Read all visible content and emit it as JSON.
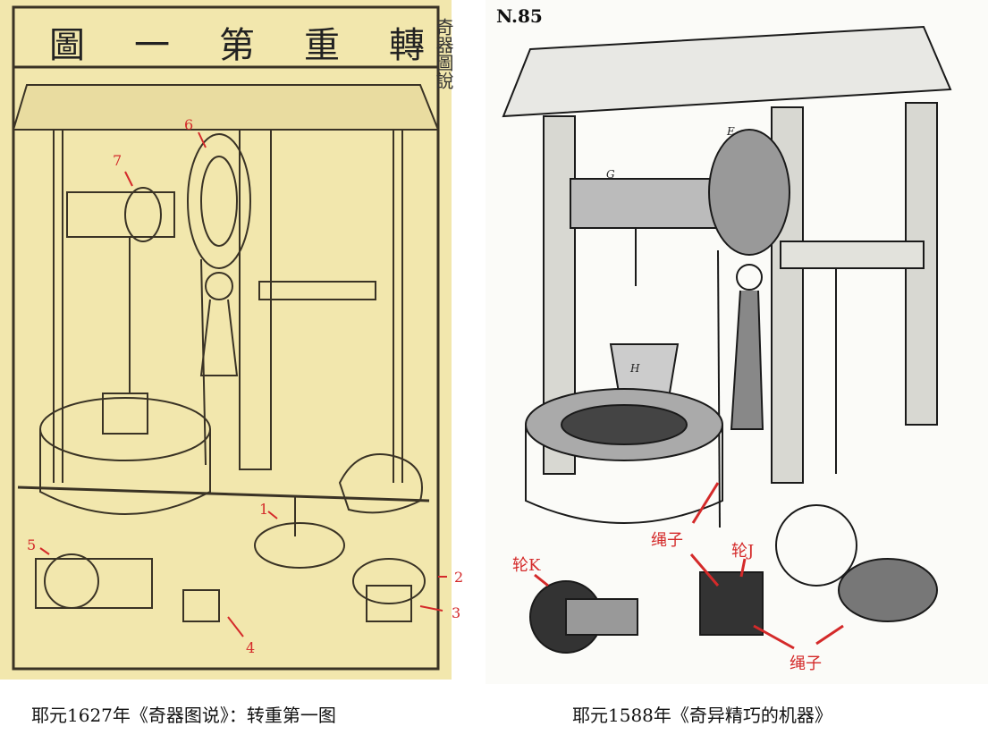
{
  "left_figure": {
    "title": [
      "轉",
      "重",
      "第",
      "一",
      "圖"
    ],
    "side_text": "奇器圖說",
    "labels": [
      "1",
      "2",
      "3",
      "4",
      "5",
      "6",
      "7"
    ],
    "caption": "耶元1627年《奇器图说》：转重第一图"
  },
  "right_figure": {
    "plate_number": "N.85",
    "letters": [
      "G",
      "E",
      "H"
    ],
    "labels": {
      "rope_top": "绳子",
      "wheel_j": "轮J",
      "wheel_k": "轮K",
      "rope_bottom": "绳子"
    },
    "caption": "耶元1588年《奇异精巧的机器》"
  },
  "colors": {
    "annotation": "#d42a2a",
    "paper": "#f2e7ad"
  }
}
